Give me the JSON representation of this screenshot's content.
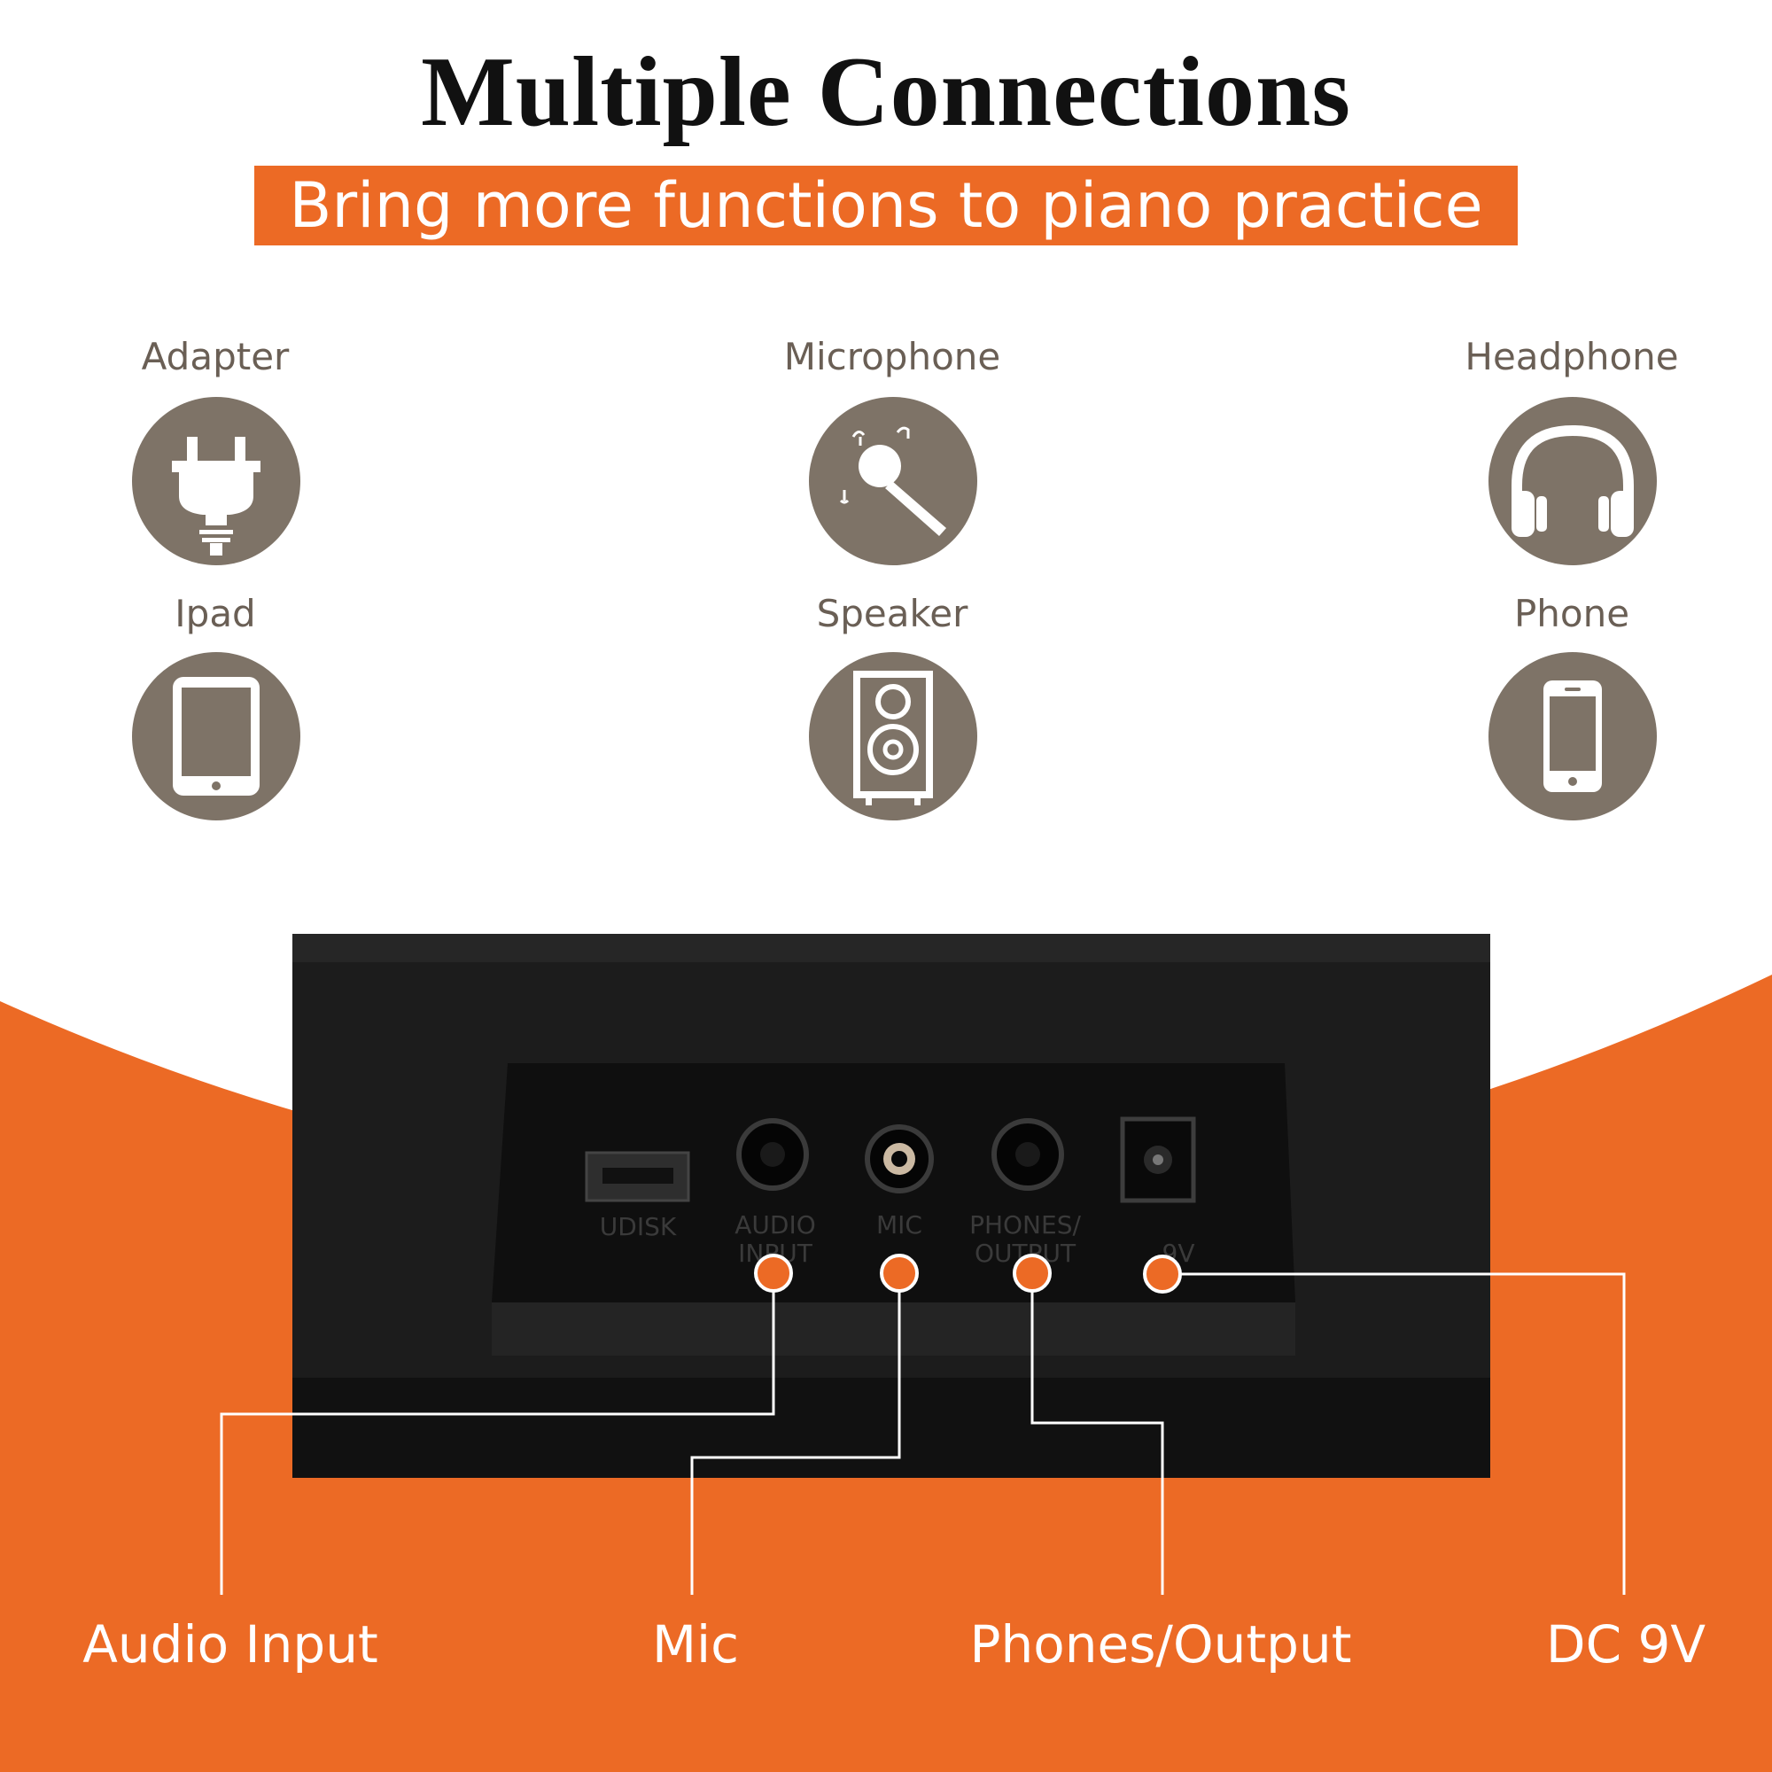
{
  "title": "Multiple Connections",
  "subtitle": "Bring more functions to piano practice",
  "icons": {
    "adapter": "Adapter",
    "microphone": "Microphone",
    "headphone": "Headphone",
    "ipad": "Ipad",
    "speaker": "Speaker",
    "phone": "Phone"
  },
  "panel": {
    "udisk": "UDISK",
    "audio_input": "AUDIO INPUT",
    "mic": "MIC",
    "phones_output": "PHONES/ OUTPUT",
    "dc_rating": "9V"
  },
  "callouts": {
    "audio_input": "Audio Input",
    "mic": "Mic",
    "phones_output": "Phones/Output",
    "dc_9v": "DC 9V"
  },
  "colors": {
    "accent": "#ec6a25",
    "icon_fill": "#7e7367",
    "label_text": "#6a5f55",
    "panel": "#1c1c1c"
  }
}
